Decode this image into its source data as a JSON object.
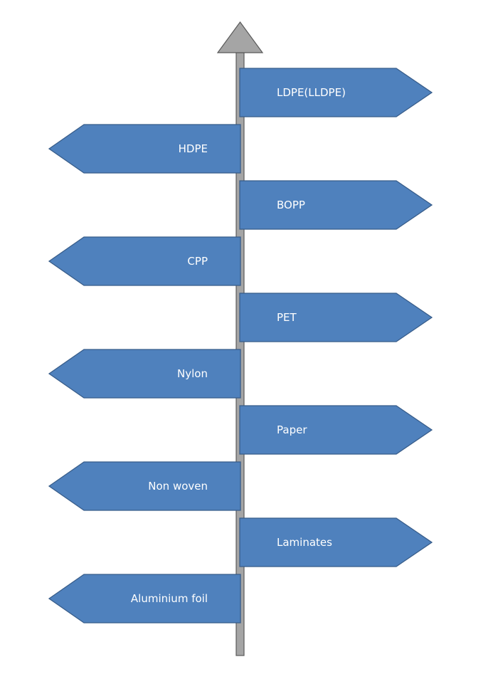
{
  "colors": {
    "sign_fill": "#4F81BD",
    "sign_stroke": "#385D8A",
    "pole_fill": "#A5A5A5",
    "pole_stroke": "#595959",
    "text": "#FFFFFF"
  },
  "signs": [
    {
      "label": "LDPE(LLDPE)",
      "direction": "right"
    },
    {
      "label": "HDPE",
      "direction": "left"
    },
    {
      "label": "BOPP",
      "direction": "right"
    },
    {
      "label": "CPP",
      "direction": "left"
    },
    {
      "label": "PET",
      "direction": "right"
    },
    {
      "label": "Nylon",
      "direction": "left"
    },
    {
      "label": "Paper",
      "direction": "right"
    },
    {
      "label": "Non woven",
      "direction": "left"
    },
    {
      "label": "Laminates",
      "direction": "right"
    },
    {
      "label": "Aluminium foil",
      "direction": "left"
    }
  ]
}
